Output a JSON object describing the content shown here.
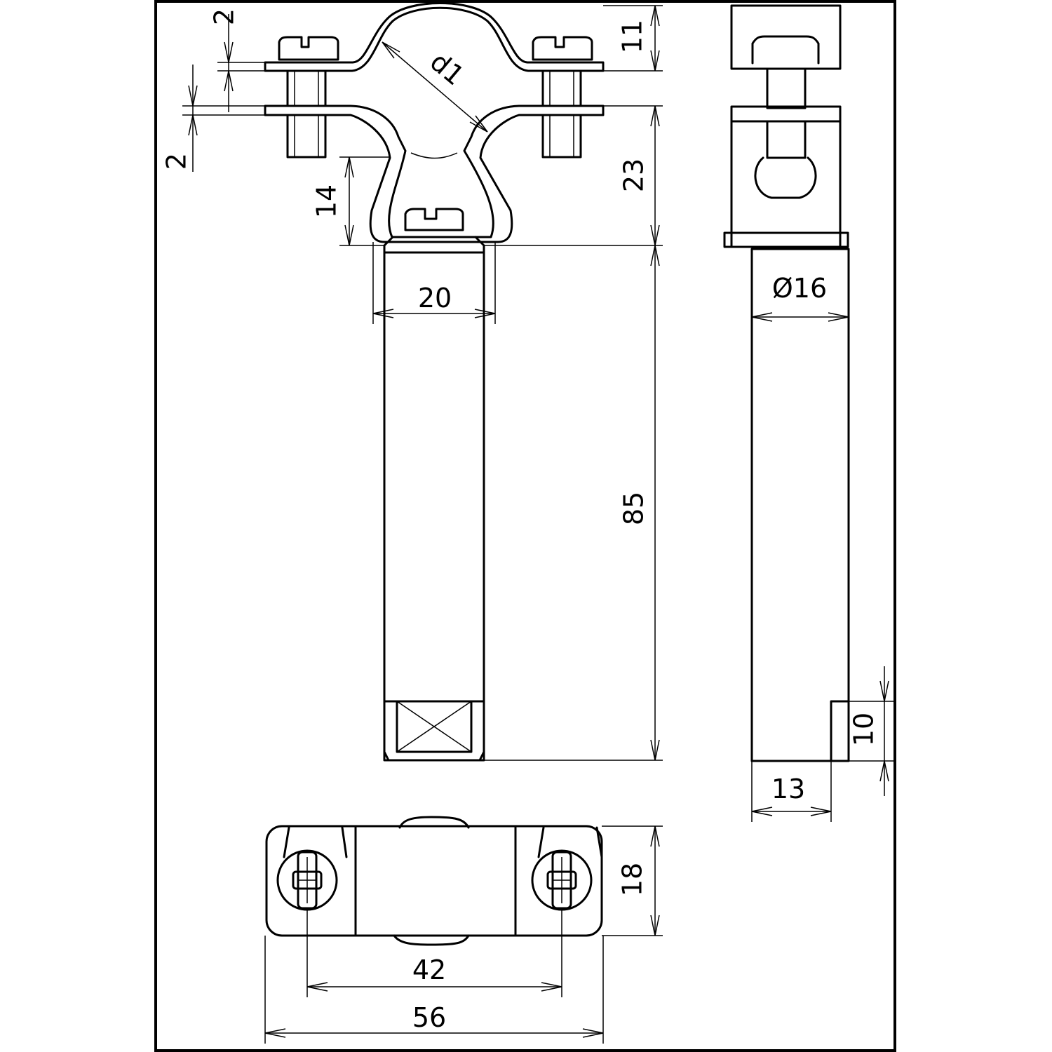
{
  "dimensions": {
    "top_strip_thickness": "2",
    "bottom_strip_thickness": "2",
    "clamp_height": "11",
    "pipe_diameter_label": "d1",
    "saddle_depth": "23",
    "lower_loop_height": "14",
    "rod_head_width": "20",
    "rod_length": "85",
    "rod_diameter": "Ø16",
    "rod_end_offset": "10",
    "rod_end_width": "13",
    "base_depth": "18",
    "screw_spacing": "42",
    "overall_width": "56"
  }
}
